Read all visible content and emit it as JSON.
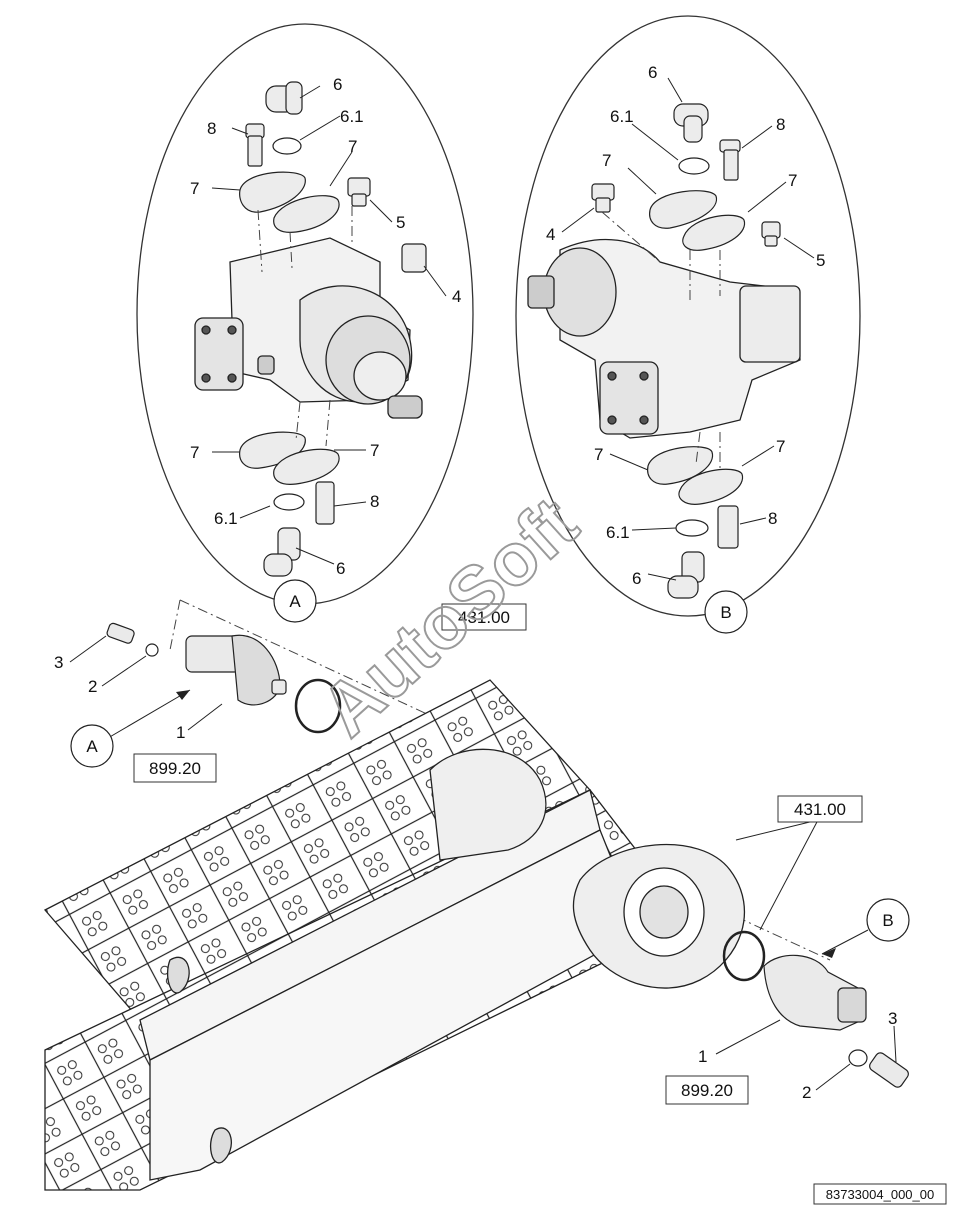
{
  "callouts": {
    "a6top": "6",
    "a61top": "6.1",
    "a8top": "8",
    "a7left": "7",
    "a7right": "7",
    "a5": "5",
    "a4": "4",
    "a7bl": "7",
    "a7br": "7",
    "a61bot": "6.1",
    "a8bot": "8",
    "a6bot": "6",
    "b6top": "6",
    "b61top": "6.1",
    "b8top": "8",
    "b7left": "7",
    "b7right": "7",
    "b4": "4",
    "b5": "5",
    "b7bl": "7",
    "b7br": "7",
    "b61bot": "6.1",
    "b8bot": "8",
    "b6bot": "6",
    "l3": "3",
    "l2": "2",
    "l1": "1",
    "r1": "1",
    "r2": "2",
    "r3": "3"
  },
  "detail_markers": {
    "a_circle": "A",
    "b_circle": "B",
    "a_pointer": "A",
    "b_pointer": "B"
  },
  "ref_boxes": {
    "box_431_top": "431.00",
    "box_431_right": "431.00",
    "box_899_left": "899.20",
    "box_899_right": "899.20"
  },
  "watermark": "AutoSoft",
  "drawing_id": "83733004_000_00"
}
